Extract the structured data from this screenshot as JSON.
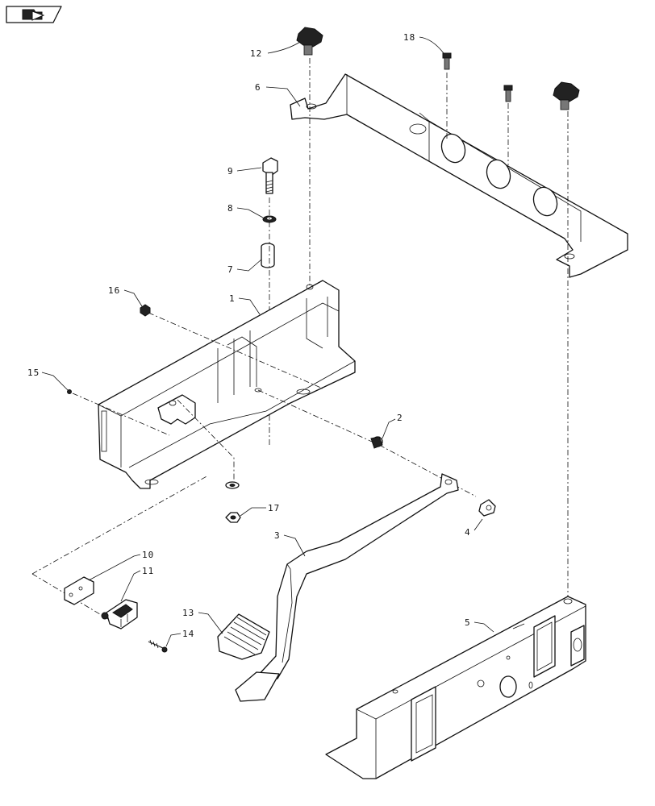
{
  "nav_icon": {
    "name": "arrow-folder-icon"
  },
  "callouts": [
    {
      "id": "c1",
      "label": "1"
    },
    {
      "id": "c2",
      "label": "2"
    },
    {
      "id": "c3",
      "label": "3"
    },
    {
      "id": "c4",
      "label": "4"
    },
    {
      "id": "c5",
      "label": "5"
    },
    {
      "id": "c6",
      "label": "6"
    },
    {
      "id": "c7",
      "label": "7"
    },
    {
      "id": "c8",
      "label": "8"
    },
    {
      "id": "c9",
      "label": "9"
    },
    {
      "id": "c10",
      "label": "10"
    },
    {
      "id": "c11",
      "label": "11"
    },
    {
      "id": "c12",
      "label": "12"
    },
    {
      "id": "c13",
      "label": "13"
    },
    {
      "id": "c14",
      "label": "14"
    },
    {
      "id": "c15",
      "label": "15"
    },
    {
      "id": "c16",
      "label": "16"
    },
    {
      "id": "c17",
      "label": "17"
    },
    {
      "id": "c18",
      "label": "18"
    }
  ]
}
